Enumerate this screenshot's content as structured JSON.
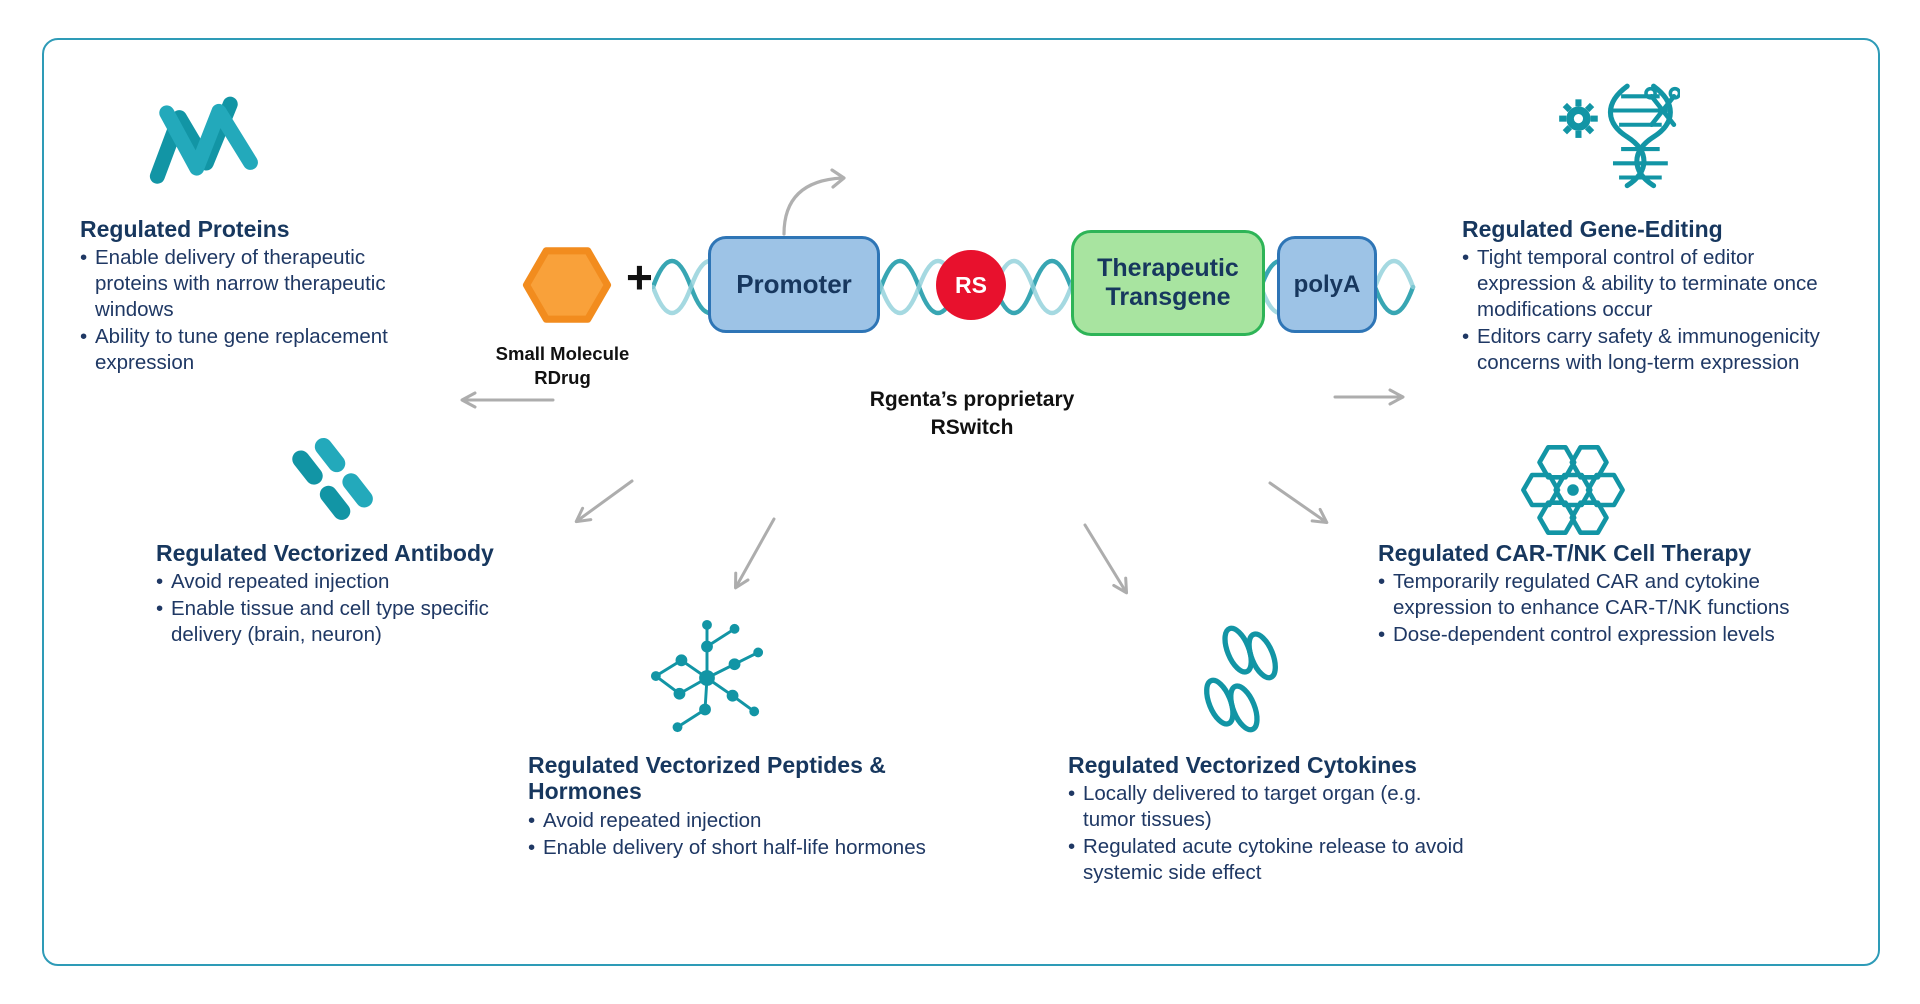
{
  "colors": {
    "heading_navy": "#17375E",
    "body_navy": "#1F3864",
    "icon_teal": "#1295A5",
    "frame_teal": "#2E9BB7",
    "hexagon_orange": "#F9A13A",
    "promoter_fill": "#9DC3E6",
    "promoter_border": "#2E75B6",
    "rs_red": "#E8112D",
    "transgene_fill": "#A8E4A0",
    "transgene_border": "#2EB457",
    "arrow_gray": "#ADADAD"
  },
  "construct": {
    "plus_sign": "+",
    "small_molecule_line1": "Small Molecule",
    "small_molecule_line2": "RDrug",
    "promoter_label": "Promoter",
    "rs_label": "RS",
    "transgene_label": "Therapeutic Transgene",
    "polya_label": "polyA",
    "caption_line1": "Rgenta’s proprietary",
    "caption_line2": "RSwitch"
  },
  "sections": [
    {
      "title": "Regulated Proteins",
      "icon": "dna-ribbon-icon",
      "bullets": [
        "Enable delivery of therapeutic proteins with narrow therapeutic windows",
        "Ability to tune gene replacement expression"
      ]
    },
    {
      "title": "Regulated Gene-Editing",
      "icon": "gene-editing-icon",
      "bullets": [
        "Tight temporal control of editor expression & ability to terminate once modifications occur",
        "Editors carry safety & immunogenicity concerns with long-term expression"
      ]
    },
    {
      "title": "Regulated Vectorized Antibody",
      "icon": "chromosome-antibody-icon",
      "bullets": [
        "Avoid repeated injection",
        "Enable tissue and cell type specific delivery (brain, neuron)"
      ]
    },
    {
      "title": "Regulated CAR-T/NK Cell Therapy",
      "icon": "cell-cluster-icon",
      "bullets": [
        "Temporarily regulated CAR and cytokine expression to enhance CAR-T/NK functions",
        "Dose-dependent control expression levels"
      ]
    },
    {
      "title": "Regulated Vectorized Peptides & Hormones",
      "icon": "peptide-network-icon",
      "bullets": [
        "Avoid repeated injection",
        "Enable delivery of short half-life hormones"
      ]
    },
    {
      "title": "Regulated Vectorized Cytokines",
      "icon": "cytokine-icon",
      "bullets": [
        "Locally delivered to target organ (e.g. tumor tissues)",
        "Regulated acute cytokine release to avoid systemic side effect"
      ]
    }
  ]
}
